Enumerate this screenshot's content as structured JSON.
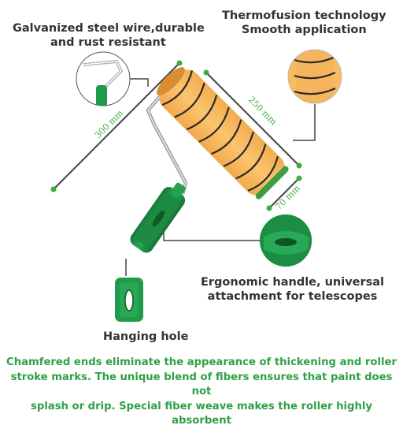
{
  "features": {
    "steel_wire": [
      "Galvanized steel wire,durable",
      "and rust resistant"
    ],
    "thermofusion": [
      "Thermofusion technology",
      "Smooth application"
    ],
    "handle": [
      "Ergonomic handle, universal",
      "attachment for telescopes"
    ],
    "hanging_hole": "Hanging hole"
  },
  "dimensions": {
    "length_300": "300 mm",
    "length_250": "250 mm",
    "diameter_70": "70 mm"
  },
  "footer": [
    "Chamfered ends eliminate the appearance of thickening and roller",
    "stroke marks. The unique blend of fibers ensures that paint does not",
    "splash or drip. Special fiber weave makes the roller highly absorbent"
  ],
  "colors": {
    "accent_green": "#3cae3c",
    "handle_green": "#1f9a4a",
    "roller_orange": "#f6b55c",
    "stripe": "#2a2a2a",
    "text_dark": "#333333"
  }
}
